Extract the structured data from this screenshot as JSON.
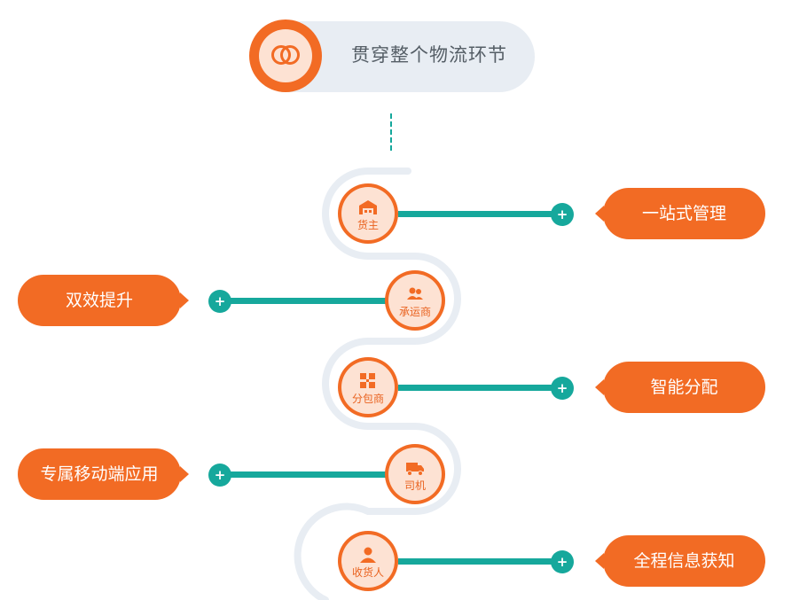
{
  "header": {
    "title": "贯穿整个物流环节",
    "icon": "rings-icon"
  },
  "nodes": [
    {
      "label": "货主",
      "icon": "warehouse-icon"
    },
    {
      "label": "承运商",
      "icon": "people-icon"
    },
    {
      "label": "分包商",
      "icon": "parcels-icon"
    },
    {
      "label": "司机",
      "icon": "truck-icon"
    },
    {
      "label": "收货人",
      "icon": "person-icon"
    }
  ],
  "features": [
    {
      "label": "一站式管理"
    },
    {
      "label": "双效提升"
    },
    {
      "label": "智能分配"
    },
    {
      "label": "专属移动端应用"
    },
    {
      "label": "全程信息获知"
    }
  ],
  "colors": {
    "accent": "#f26b24",
    "teal": "#16a89c",
    "node_fill": "#fde2d3",
    "track": "#e8edf3"
  }
}
